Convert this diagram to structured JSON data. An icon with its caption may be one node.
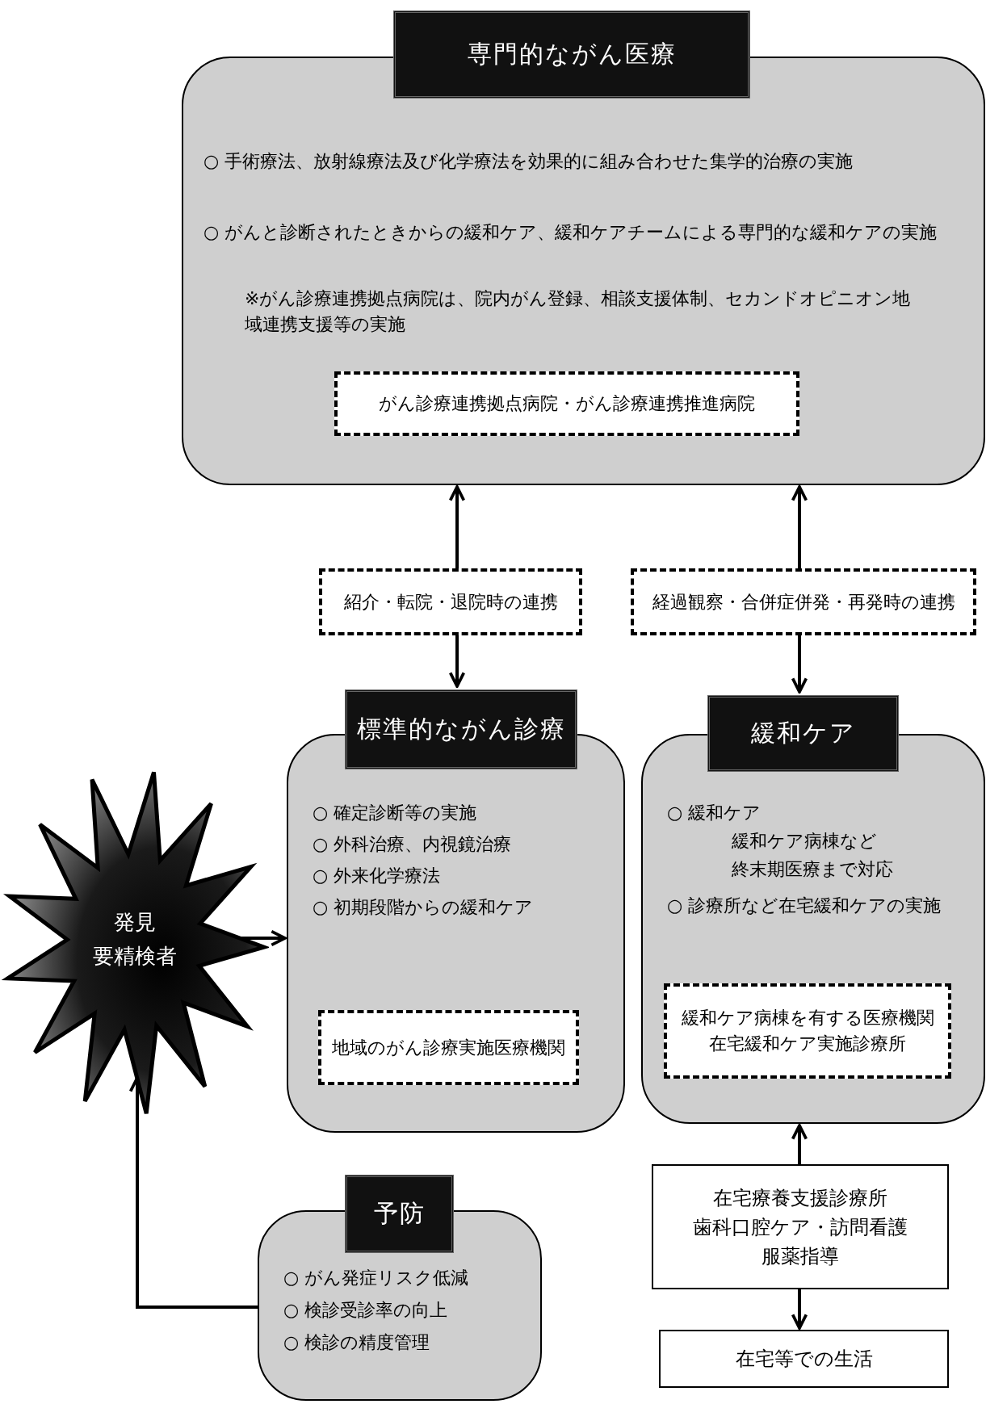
{
  "diagram": {
    "nodes": [
      {
        "text": [
          "専門的ながん医療",
          "○ 手術療法、放射線療法及び化学療法を効果的に組み合わせた集学的治療の実施",
          "○ がんと診断されたときからの緩和ケア、緩和ケアチームによる専門的な緩和ケアの実施",
          "※がん診療連携拠点病院は、院内がん登録、相談支援体制、セカンドオピニオン地域連携支援等の実施"
        ]
      },
      {
        "text": [
          "がん診療連携拠点病院・がん診療連携推進病院"
        ],
        "in": 0
      },
      {
        "text": [
          "紹介・転院・退院時の連携"
        ]
      },
      {
        "text": [
          "経過観察・合併症併発・再発時の連携"
        ]
      },
      {
        "text": [
          "標準的ながん診療",
          "○ 確定診断等の実施",
          "○ 外科治療、内視鏡治療",
          "○ 外来化学療法",
          "○ 初期段階からの緩和ケア"
        ]
      },
      {
        "text": [
          "地域のがん診療実施医療機関"
        ],
        "in": 4
      },
      {
        "text": [
          "緩和ケア",
          "○ 緩和ケア",
          "緩和ケア病棟など",
          "終末期医療まで対応",
          "○ 診療所など在宅緩和ケアの実施"
        ]
      },
      {
        "text": [
          "緩和ケア病棟を有する医療機関",
          "在宅緩和ケア実施診療所"
        ],
        "in": 6
      },
      {
        "text": [
          "発見",
          "要精検者"
        ]
      },
      {
        "text": [
          "予防",
          "○ がん発症リスク低減",
          "○ 検診受診率の向上",
          "○ 検診の精度管理"
        ]
      },
      {
        "text": [
          "在宅療養支援診療所",
          "歯科口腔ケア・訪問看護",
          "服薬指導"
        ]
      },
      {
        "text": [
          "在宅等での生活"
        ]
      }
    ],
    "edges": [
      {
        "from": 2,
        "to": 0,
        "arrow": "to"
      },
      {
        "from": 2,
        "to": 4,
        "arrow": "to"
      },
      {
        "from": 3,
        "to": 0,
        "arrow": "to"
      },
      {
        "from": 3,
        "to": 6,
        "arrow": "to"
      },
      {
        "from": 8,
        "to": 4,
        "arrow": "to"
      },
      {
        "from": 9,
        "to": 8,
        "arrow": "to"
      },
      {
        "from": 10,
        "to": 6,
        "arrow": "to"
      },
      {
        "from": 10,
        "to": 11,
        "arrow": "to"
      }
    ]
  }
}
